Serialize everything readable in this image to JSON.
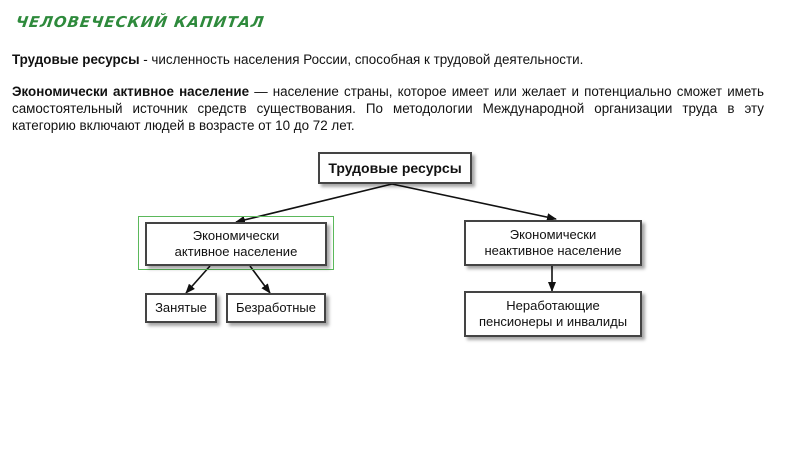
{
  "slide": {
    "title": "ЧЕЛОВЕЧЕСКИЙ КАПИТАЛ"
  },
  "definitions": [
    {
      "term": "Трудовые ресурсы",
      "text": " - численность населения России, способная к трудовой деятельности."
    },
    {
      "term": "Экономически активное население",
      "text": " — население страны, которое имеет или желает и потенциально сможет иметь самостоятельный источник средств существования. По методологии Международной организации труда в эту категорию включают людей в возрасте от 10 до 72 лет."
    }
  ],
  "diagram": {
    "root": "Трудовые ресурсы",
    "active": "Экономически\nактивное население",
    "inactive": "Экономически\nнеактивное население",
    "employed": "Занятые",
    "unemployed": "Безработные",
    "nonworking": "Неработающие\nпенсионеры и инвалиды",
    "highlight_color": "#5bb85b",
    "title_color": "#2e8a3c"
  }
}
